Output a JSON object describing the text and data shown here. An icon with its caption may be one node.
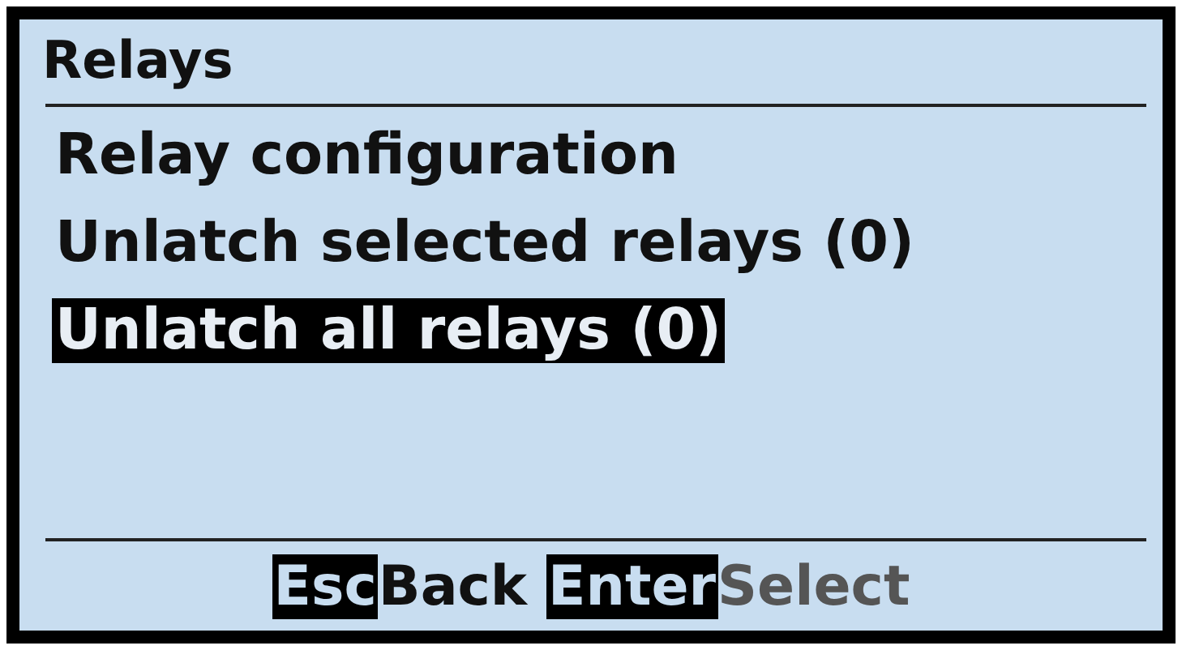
{
  "diagram": {
    "title": "Relays",
    "labels": [
      "Relay configuration",
      "Unlatch selected relays (0)",
      "Unlatch all relays (0)",
      "Esc",
      "Back",
      "Enter",
      "Select"
    ]
  }
}
